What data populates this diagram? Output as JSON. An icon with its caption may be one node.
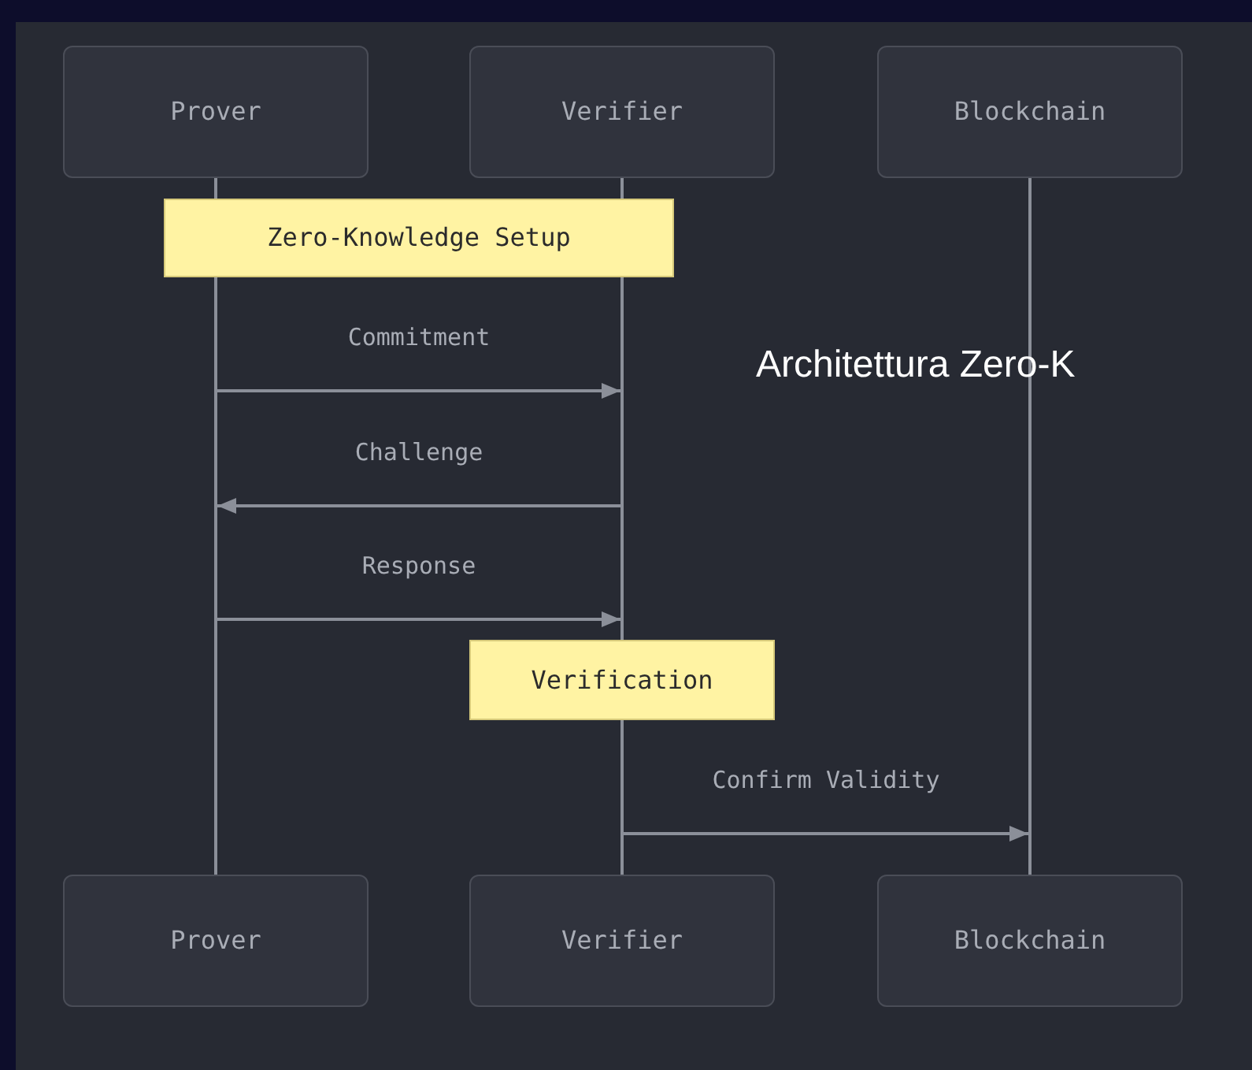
{
  "diagram": {
    "title": "Architettura Zero-K",
    "nodes": [
      {
        "text": [
          "Prover"
        ]
      },
      {
        "text": [
          "Verifier"
        ]
      },
      {
        "text": [
          "Blockchain"
        ]
      },
      {
        "text": [],
        "shape": "line"
      },
      {
        "text": [],
        "shape": "line"
      },
      {
        "text": [],
        "shape": "line"
      },
      {
        "text": [
          "Zero-Knowledge Setup"
        ]
      },
      {
        "text": [
          "Verification"
        ]
      },
      {
        "text": [],
        "shape": "line"
      },
      {
        "text": [
          "Prover"
        ]
      },
      {
        "text": [
          "Verifier"
        ]
      },
      {
        "text": [
          "Blockchain"
        ]
      }
    ],
    "edges": [
      {
        "from": 3,
        "to": 4,
        "arrow": "to",
        "label": "Commitment"
      },
      {
        "from": 4,
        "to": 3,
        "arrow": "to",
        "label": "Challenge"
      },
      {
        "from": 3,
        "to": 4,
        "arrow": "to",
        "label": "Response"
      },
      {
        "from": 8,
        "to": 5,
        "arrow": "to",
        "label": "Confirm Validity"
      }
    ]
  }
}
